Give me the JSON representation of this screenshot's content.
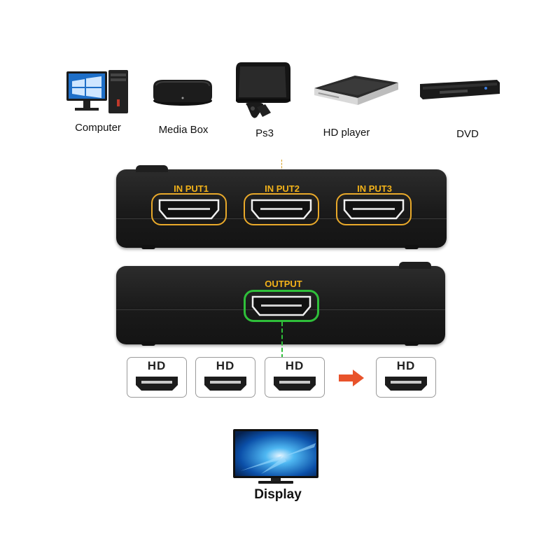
{
  "sources": [
    {
      "label": "Computer",
      "icon": "computer-icon"
    },
    {
      "label": "Media Box",
      "icon": "media-box-icon"
    },
    {
      "label": "Ps3",
      "icon": "ps3-icon"
    },
    {
      "label": "HD player",
      "icon": "hd-player-icon"
    },
    {
      "label": "DVD",
      "icon": "dvd-icon"
    }
  ],
  "switcher": {
    "inputs": [
      "IN PUT1",
      "IN PUT2",
      "IN PUT3"
    ],
    "output": "OUTPUT"
  },
  "cables": [
    "HD",
    "HD",
    "HD",
    "HD"
  ],
  "display": {
    "label": "Display",
    "icon": "display-icon"
  },
  "colors": {
    "input_accent": "#f2b21a",
    "output_accent": "#2fbf3a",
    "arrow": "#e8532b"
  }
}
